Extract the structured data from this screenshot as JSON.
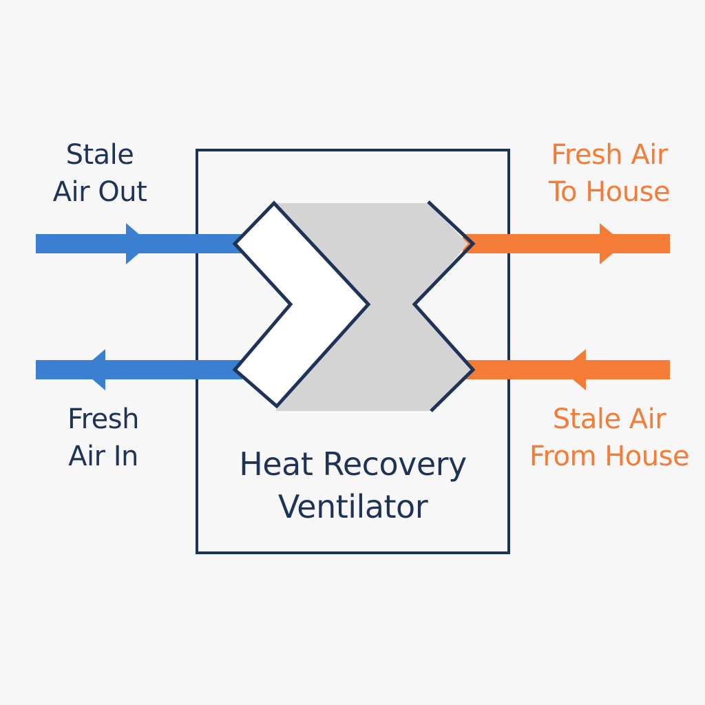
{
  "labels": {
    "stale_air_out": [
      "Stale",
      "Air Out"
    ],
    "fresh_air_in": [
      "Fresh",
      "Air In"
    ],
    "fresh_air_to_house": [
      "Fresh Air",
      "To House"
    ],
    "stale_air_from_house": [
      "Stale Air",
      "From House"
    ]
  },
  "title": [
    "Heat Recovery",
    "Ventilator"
  ],
  "colors": {
    "outside_air": "#3a7fd0",
    "inside_air": "#f47c36",
    "outline": "#1f3357",
    "core_fill": "#d4d4d4",
    "background": "#f7f7f7"
  }
}
